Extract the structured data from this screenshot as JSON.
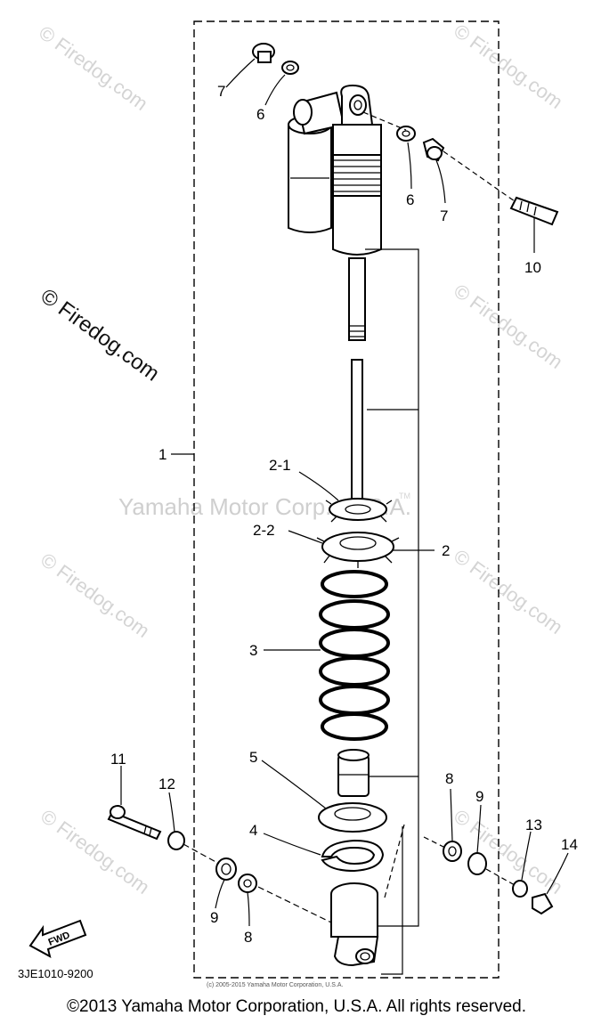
{
  "watermarks": {
    "tl": "© Firedog.com",
    "tr": "© Firedog.com",
    "ml": "© Firedog.com",
    "mr": "© Firedog.com",
    "ll": "© Firedog.com",
    "lr": "© Firedog.com",
    "bl": "© Firedog.com",
    "br": "© Firedog.com",
    "center": "Yamaha Motor Corp., U.S.A.",
    "tm": "TM"
  },
  "labels": {
    "p1": "1",
    "p2": "2",
    "p2_1": "2-1",
    "p2_2": "2-2",
    "p3": "3",
    "p4": "4",
    "p5": "5",
    "p6a": "6",
    "p6b": "6",
    "p7a": "7",
    "p7b": "7",
    "p8a": "8",
    "p8b": "8",
    "p9a": "9",
    "p9b": "9",
    "p10": "10",
    "p11": "11",
    "p12": "12",
    "p13": "13",
    "p14": "14"
  },
  "fwd_label": "FWD",
  "diagram_code": "3JE1010-9200",
  "small_copyright": "(c) 2005-2015 Yamaha Motor Corporation, U.S.A.",
  "footer": "©2013 Yamaha Motor Corporation, U.S.A. All rights reserved."
}
